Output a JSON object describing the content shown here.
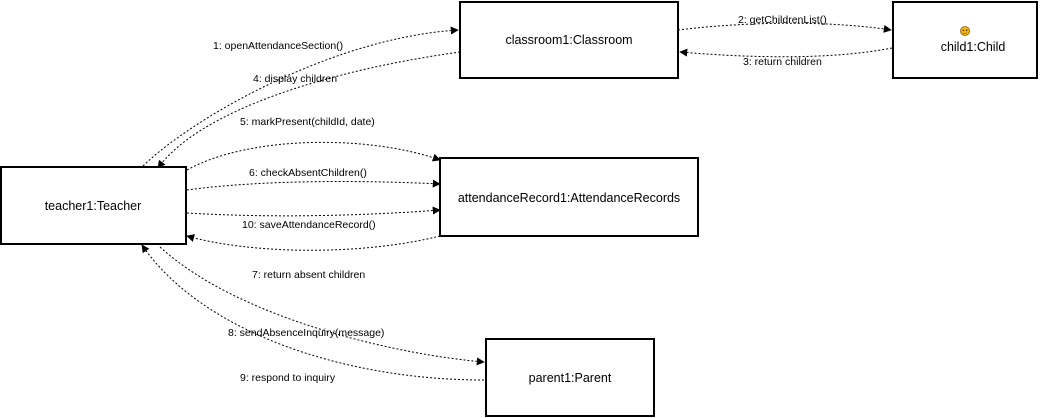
{
  "objects": {
    "classroom": "classroom1:Classroom",
    "child": "child1:Child",
    "teacher": "teacher1:Teacher",
    "attendance": "attendanceRecord1:AttendanceRecords",
    "parent": "parent1:Parent"
  },
  "messages": {
    "m1": "1: openAttendanceSection()",
    "m2": "2: getChildrenList()",
    "m3": "3: return children",
    "m4": "4: display children",
    "m5": "5: markPresent(childId, date)",
    "m6": "6: checkAbsentChildren()",
    "m7": "7: return absent children",
    "m8": "8: sendAbsenceInquiry(message)",
    "m9": "9: respond to inquiry",
    "m10": "10: saveAttendanceRecord()"
  },
  "colors": {
    "line": "#000000",
    "box_fill": "#ffffff",
    "child_icon": "#f5b800"
  },
  "icons": {
    "child": "child-face-icon"
  }
}
